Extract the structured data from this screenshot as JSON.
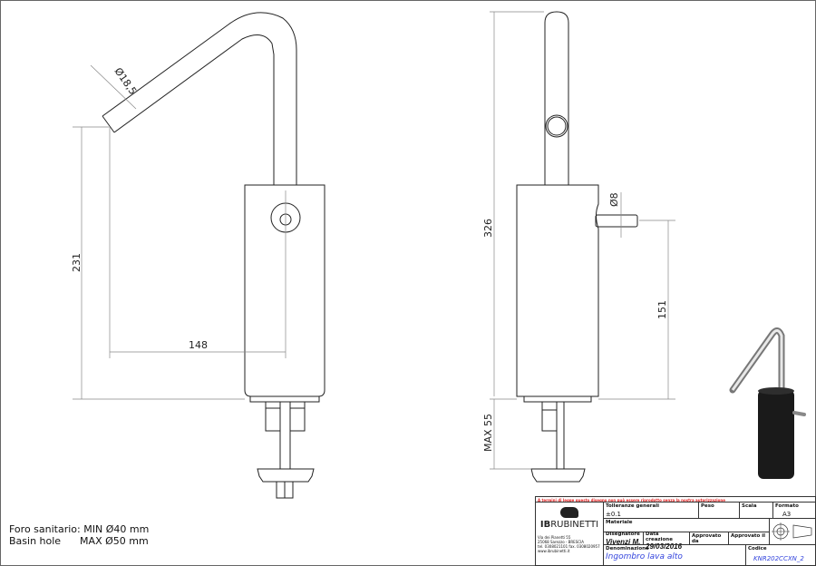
{
  "dimensions": {
    "spout_diameter": "Ø18,5",
    "outlet_height": "231",
    "spout_reach": "148",
    "total_height": "326",
    "lever_diameter": "Ø8",
    "lever_height": "151",
    "max_deck": "MAX 55"
  },
  "notes": {
    "line1": "Foro sanitario: MIN Ø40 mm",
    "line2": "Basin hole      MAX Ø50 mm"
  },
  "title_block": {
    "warning": "A termini di legge questo disegno non può essere riprodotto senza la nostra autorizzazione",
    "logo_text_bold": "IB",
    "logo_text": "RUBINETTI",
    "address": [
      "Via dei Pianetti 55",
      "25068 Sarezzo - BRESCIA",
      "tel. 0308021101 fax. 0308020957",
      "www.ibrubinetti.it"
    ],
    "tolerances_label": "Tolleranze generali",
    "tolerances_value": "±0.1",
    "weight_label": "Peso",
    "scale_label": "Scala",
    "format_label": "Formato",
    "format_value": "A3",
    "material_label": "Materiale",
    "designer_label": "Disegnatore",
    "designer_value": "Vivenzi M.",
    "created_label": "Data creazione",
    "created_value": "29/03/2016",
    "approved_by_label": "Approvato da",
    "approved_on_label": "Approvato il",
    "name_label": "Denominazione",
    "name_value": "Ingombro lava alto",
    "code_label": "Codice",
    "code_value": "KNR202CCXN_2",
    "colors": {
      "warning": "#e02020",
      "link": "#3344dd"
    }
  }
}
